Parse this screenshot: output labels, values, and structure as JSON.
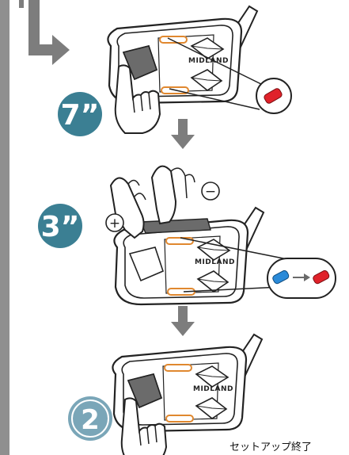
{
  "steps": [
    {
      "badge": "7”",
      "badge_color": "#3b7f93"
    },
    {
      "badge": "3”",
      "badge_color": "#3b7f93"
    },
    {
      "badge": "2",
      "badge_color": "#7aa6b8"
    }
  ],
  "device_brand": "MIDLAND",
  "plus_symbol": "+",
  "minus_symbol": "−",
  "completion_text": "セットアップ終了",
  "led_colors": {
    "red": "#e0222a",
    "blue": "#2a8ad8"
  }
}
